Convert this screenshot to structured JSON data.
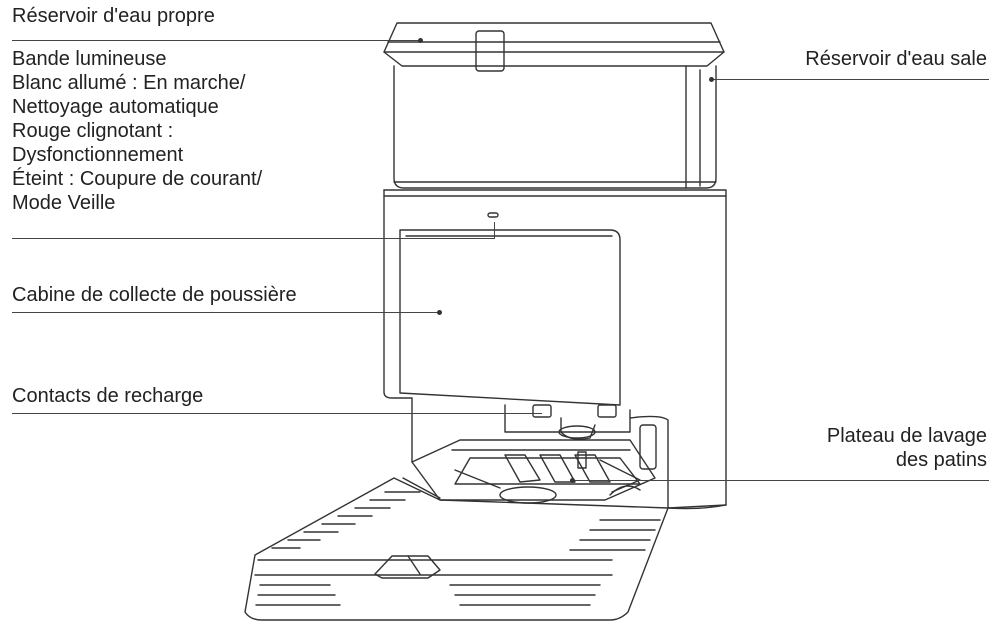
{
  "labels": {
    "clean_tank": "Réservoir d'eau propre",
    "dirty_tank": "Réservoir d'eau sale",
    "light_strip": {
      "line1": "Bande lumineuse",
      "line2": "Blanc allumé :  En marche/",
      "line3": "Nettoyage automatique",
      "line4": "Rouge clignotant :",
      "line5": "Dysfonctionnement",
      "line6": "Éteint : Coupure de courant/",
      "line7": "Mode Veille"
    },
    "dust_cabin": "Cabine de collecte de poussière",
    "charging_contacts": "Contacts de recharge",
    "mop_tray": {
      "line1": "Plateau de lavage",
      "line2": "des patins"
    }
  },
  "colors": {
    "stroke": "#333333",
    "text": "#222222",
    "background": "#ffffff"
  }
}
